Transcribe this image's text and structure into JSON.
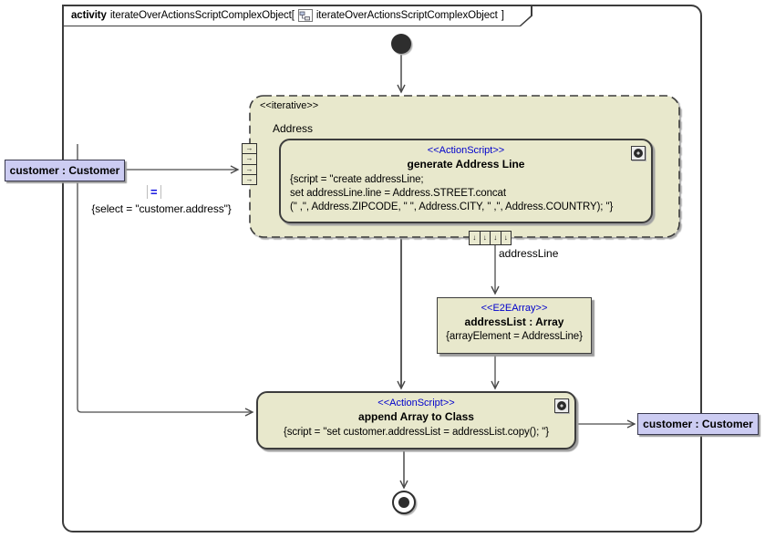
{
  "frame": {
    "keyword": "activity",
    "activity_name": "iterateOverActionsScriptComplexObject[",
    "diagram_name": "iterateOverActionsScriptComplexObject",
    "close_bracket": "]"
  },
  "region": {
    "stereotype": "<<iterative>>",
    "expansion_label": "Address"
  },
  "generate_action": {
    "stereotype": "<<ActionScript>>",
    "name": "generate Address Line",
    "script_line1": "{script = \"create addressLine;",
    "script_line2": "set addressLine.line = Address.STREET.concat",
    "script_line3": "(\" ,\", Address.ZIPCODE, \" \", Address.CITY, \" ,\", Address.COUNTRY); \"}"
  },
  "append_action": {
    "stereotype": "<<ActionScript>>",
    "name": "append Array to Class",
    "script": "{script = \"set customer.addressList = addressList.copy(); \"}"
  },
  "customer_in": {
    "label": "customer : Customer"
  },
  "customer_out": {
    "label": "customer : Customer"
  },
  "address_list": {
    "stereotype": "<<E2EArray>>",
    "name": "addressList : Array",
    "constraint": "{arrayElement = AddressLine}"
  },
  "edges": {
    "select_icon": "=",
    "select_constraint": "{select = \"customer.address\"}",
    "address_line_label": "addressLine"
  },
  "icons": {
    "right_arrow": "→",
    "down_arrow": "↓"
  },
  "colors": {
    "node_fill": "#e8e8cc",
    "object_fill": "#ccccf2",
    "stereotype_text": "#0000cc",
    "border": "#3c3c3c",
    "edge": "#4a4a4a"
  }
}
